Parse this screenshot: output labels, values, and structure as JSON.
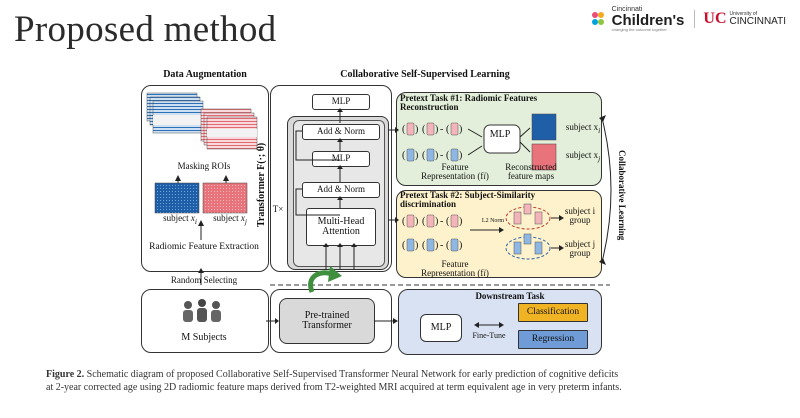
{
  "slide": {
    "title": "Proposed method"
  },
  "logos": {
    "cch_top": "Cincinnati",
    "cch_main": "Children's",
    "cch_tag": "changing the outcome together",
    "uc_top": "University of",
    "uc_main": "CINCINNATI"
  },
  "diagram": {
    "data_aug_title": "Data Augmentation",
    "cssl_title": "Collaborative Self-Supervised Learning",
    "masking_rois": "Masking ROIs",
    "subject_xi": "subject",
    "subject_xj": "subject",
    "sub_i": "i",
    "sub_j": "j",
    "radiomic_extraction": "Radiomic Feature Extraction",
    "random_selecting": "Random Selecting",
    "transformer_label": "Transformer F(·; θ)",
    "tx": "T×",
    "mlp_top": "MLP",
    "add_norm_1": "Add & Norm",
    "mlp_mid": "MLP",
    "add_norm_2": "Add & Norm",
    "mha": "Multi-Head Attention",
    "pretext1_title": "Pretext Task #1: Radiomic Features Reconstruction",
    "pretext1_mlp": "MLP",
    "feat_rep": "Feature Representation (f",
    "feat_rep_sub": "i",
    "reconstructed": "Reconstructed feature maps",
    "rec_subject_i": "subject x",
    "rec_subject_j": "subject x",
    "pretext2_title": "Pretext Task #2: Subject-Similarity discrimination",
    "l2norm": "L2 Norm",
    "subj_i_group": "subject i group",
    "subj_j_group": "subject j group",
    "collab_learning": "Collaborative Learning",
    "m_subjects": "M Subjects",
    "pretrained": "Pre-trained Transformer",
    "downstream_title": "Downstream Task",
    "ds_mlp": "MLP",
    "fine_tune": "Fine-Tune",
    "classification": "Classification",
    "regression": "Regression"
  },
  "caption": {
    "label": "Figure 2.",
    "text": " Schematic diagram of proposed Collaborative Self-Supervised Transformer Neural Network for early prediction of cognitive deficits at 2-year corrected age using 2D radiomic feature maps derived from T2-weighted MRI acquired at term equivalent age in very preterm infants."
  },
  "colors": {
    "pretext1_bg": "#e3efda",
    "pretext2_bg": "#fdf2cc",
    "downstream_bg": "#d9e2f3",
    "transformer_bg": "#d9d9d9",
    "blue_map": "#1f5fa8",
    "red_map": "#e8737a",
    "green_arrow": "#3f8f3f",
    "classification": "#f0b323",
    "regression": "#6f9bd6"
  }
}
